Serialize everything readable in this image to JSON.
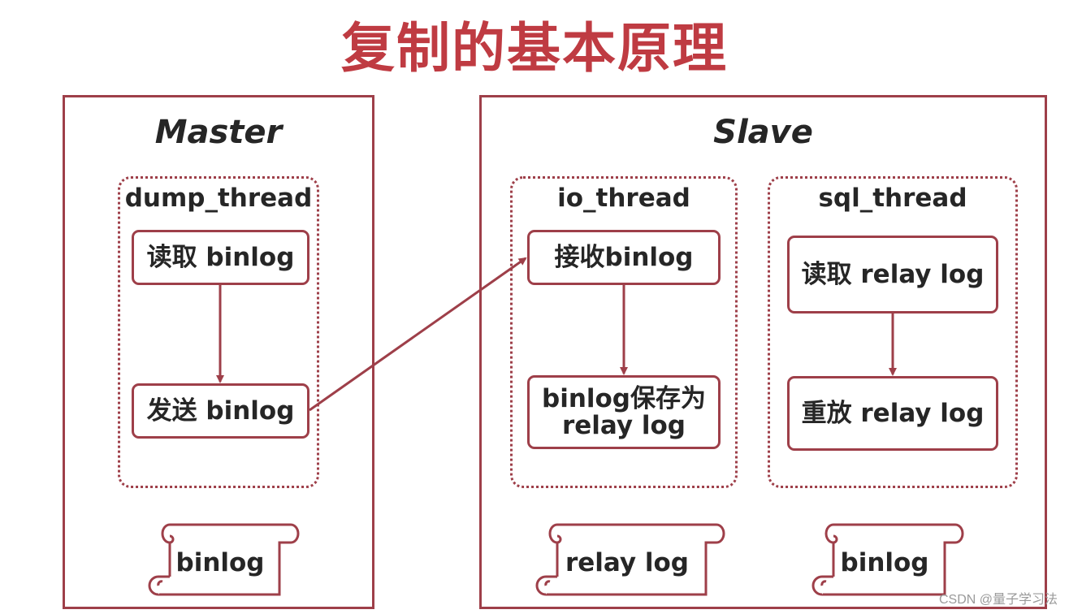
{
  "title": "复制的基本原理",
  "master": {
    "title": "Master",
    "dump_thread": {
      "label": "dump_thread",
      "step1": "读取 binlog",
      "step2": "发送 binlog"
    },
    "log_label": "binlog"
  },
  "slave": {
    "title": "Slave",
    "io_thread": {
      "label": "io_thread",
      "step1": "接收binlog",
      "step2_line1": "binlog保存为",
      "step2_line2": "relay log"
    },
    "sql_thread": {
      "label": "sql_thread",
      "step1": "读取 relay log",
      "step2": "重放 relay log"
    },
    "relay_log_label": "relay log",
    "binlog_label": "binlog"
  },
  "watermark": "CSDN @量子学习法",
  "colors": {
    "accent": "#9e3f49",
    "title": "#bf3b42",
    "text": "#262626"
  }
}
